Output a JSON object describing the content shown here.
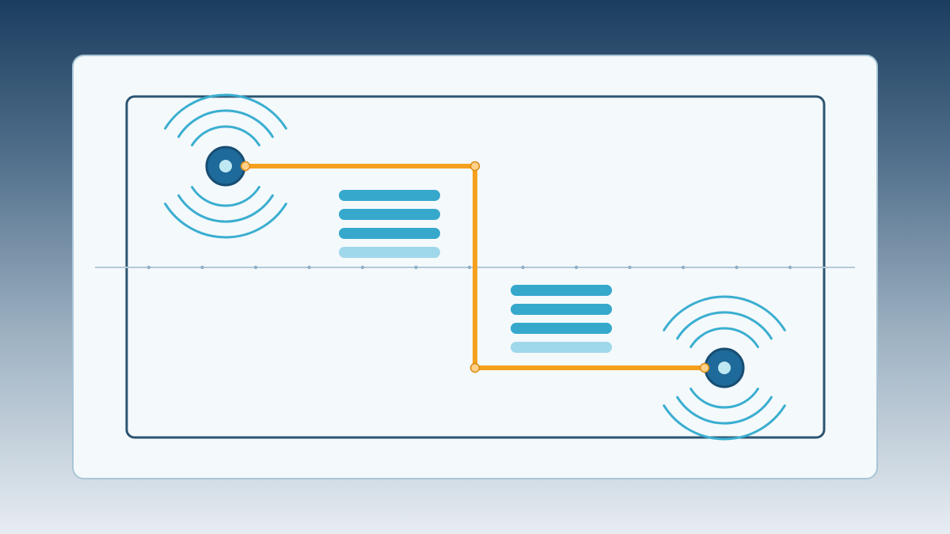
{
  "colors": {
    "background_top": "#1b3d5f",
    "background_bottom": "#e7edf2",
    "card_fill": "#f4f9fc",
    "card_border": "#a8c6d6",
    "frame_border": "#2c5570",
    "axis_line": "#b3c9d8",
    "axis_tick": "#8fb0c6",
    "wave": "#3aaed0",
    "node_outer": "#1e6a9a",
    "node_ring": "#174d72",
    "node_core": "#bfe8f2",
    "connector": "#f5a11e",
    "joint_fill": "#ffd08a",
    "joint_stroke": "#d98b10",
    "bar": "#36a8cc",
    "bar_light": "#9fd8ea"
  },
  "nodes": [
    {
      "name": "node-source",
      "icon": "broadcast-icon"
    },
    {
      "name": "node-target",
      "icon": "broadcast-icon"
    }
  ],
  "blocks": [
    {
      "name": "text-block-upper",
      "lines": 4
    },
    {
      "name": "text-block-lower",
      "lines": 4
    }
  ]
}
